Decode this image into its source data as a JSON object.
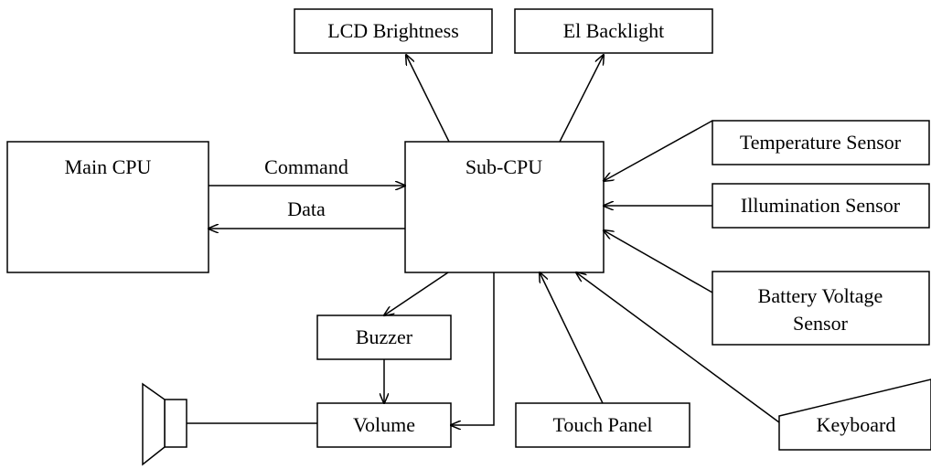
{
  "diagram": {
    "nodes": {
      "main_cpu": "Main CPU",
      "sub_cpu": "Sub-CPU",
      "lcd_brightness": "LCD Brightness",
      "el_backlight": "El Backlight",
      "temperature_sensor": "Temperature Sensor",
      "illumination_sensor": "Illumination Sensor",
      "battery_voltage_sensor_line1": "Battery Voltage",
      "battery_voltage_sensor_line2": "Sensor",
      "buzzer": "Buzzer",
      "volume": "Volume",
      "touch_panel": "Touch Panel",
      "keyboard": "Keyboard"
    },
    "edges": {
      "command": "Command",
      "data": "Data"
    },
    "colors": {
      "stroke": "#000000",
      "background": "#ffffff"
    },
    "icons": {
      "speaker": "speaker-icon"
    }
  }
}
